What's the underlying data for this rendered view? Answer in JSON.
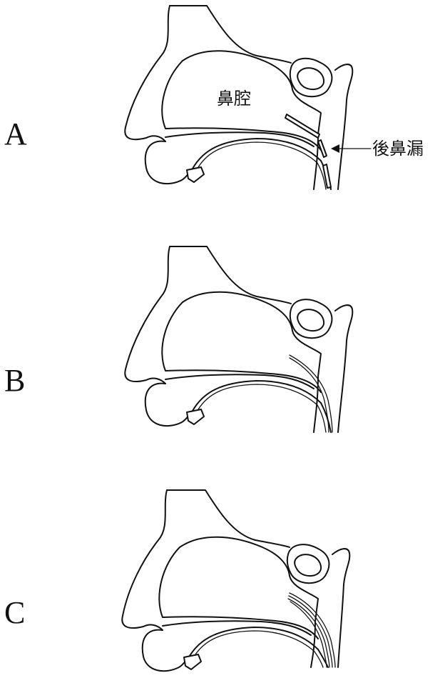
{
  "panels": [
    {
      "letter": "A",
      "labels": {
        "nasal_cavity": "鼻腔",
        "posterior_leak": "後鼻漏"
      }
    },
    {
      "letter": "B"
    },
    {
      "letter": "C"
    }
  ]
}
